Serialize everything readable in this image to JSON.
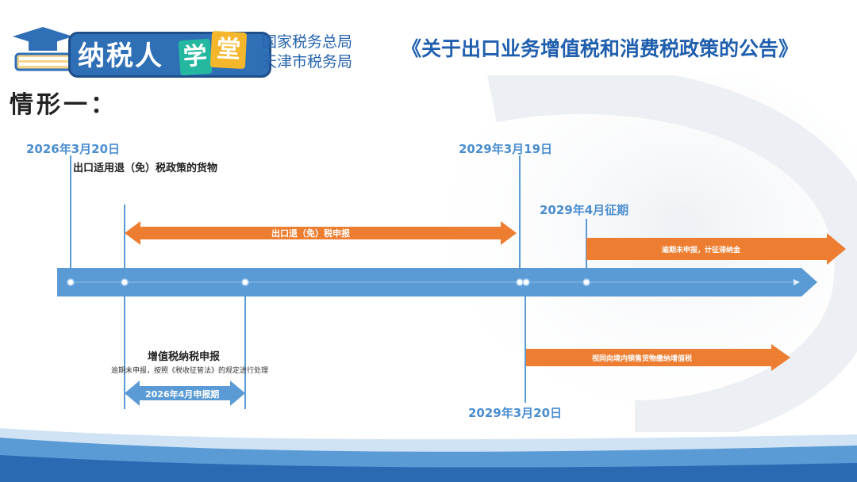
{
  "header": {
    "logo_text": "纳税人",
    "logo_char_1": "学",
    "logo_char_2": "堂",
    "org_line_1": "国家税务总局",
    "org_line_2": "天津市税务局",
    "doc_title": "《关于出口业务增值税和消费税政策的公告》"
  },
  "case_title": "情形一：",
  "timeline": {
    "date_start": "2026年3月20日",
    "date_start_note": "出口适用退（免）税政策的货物",
    "date_2029_mar19": "2029年3月19日",
    "date_2029_apr": "2029年4月征期",
    "date_2029_mar20": "2029年3月20日",
    "bar_export_refund": "出口退（免）税申报",
    "bar_late_penalty": "逾期未申报，计征滞纳金",
    "bar_domestic_vat": "视同向境内销售货物缴纳增值税",
    "vat_filing_title": "增值税纳税申报",
    "vat_filing_note": "逾期未申报，按照《税收征管法》的规定进行处理",
    "filing_period": "2026年4月申报期"
  },
  "colors": {
    "timeline_blue": "#5b9bd5",
    "orange": "#ed7d31",
    "title_blue": "#1f5fae"
  }
}
